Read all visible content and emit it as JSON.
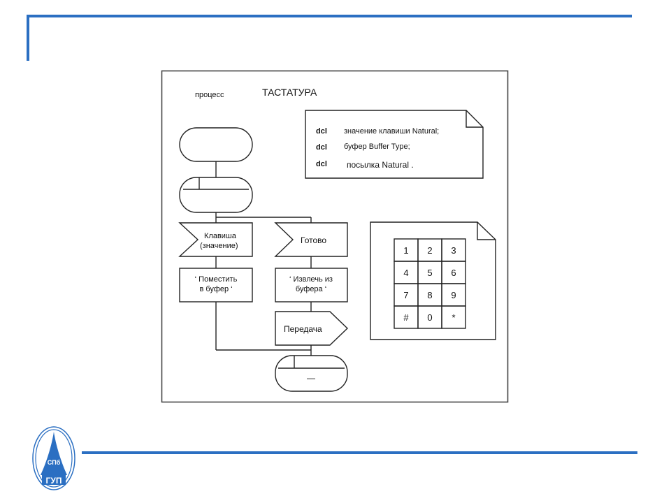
{
  "slide": {
    "accent_color": "#2b6fc2",
    "logo": {
      "line1": "СПб",
      "line2": "ГУП"
    }
  },
  "diagram": {
    "process_keyword": "процесс",
    "process_name": "ТАСТАТУРА",
    "declarations": [
      {
        "keyword": "dcl",
        "text": "значение клавиши Natural;"
      },
      {
        "keyword": "dcl",
        "text": "буфер Buffer Type;"
      },
      {
        "keyword": "dcl",
        "text": "посылка Natural ."
      }
    ],
    "inputs": [
      {
        "line1": "Клавиша",
        "line2": "(значение)"
      },
      {
        "line1": "Готово",
        "line2": ""
      }
    ],
    "tasks": [
      {
        "line1": "‘ Поместить",
        "line2": "в буфер ‘"
      },
      {
        "line1": "‘ Извлечь из",
        "line2": "буфера ‘"
      }
    ],
    "output": {
      "label": "Передача"
    },
    "final_state": {
      "label": "—"
    },
    "keypad": {
      "keys": [
        [
          "1",
          "2",
          "3"
        ],
        [
          "4",
          "5",
          "6"
        ],
        [
          "7",
          "8",
          "9"
        ],
        [
          "#",
          "0",
          "*"
        ]
      ]
    }
  }
}
